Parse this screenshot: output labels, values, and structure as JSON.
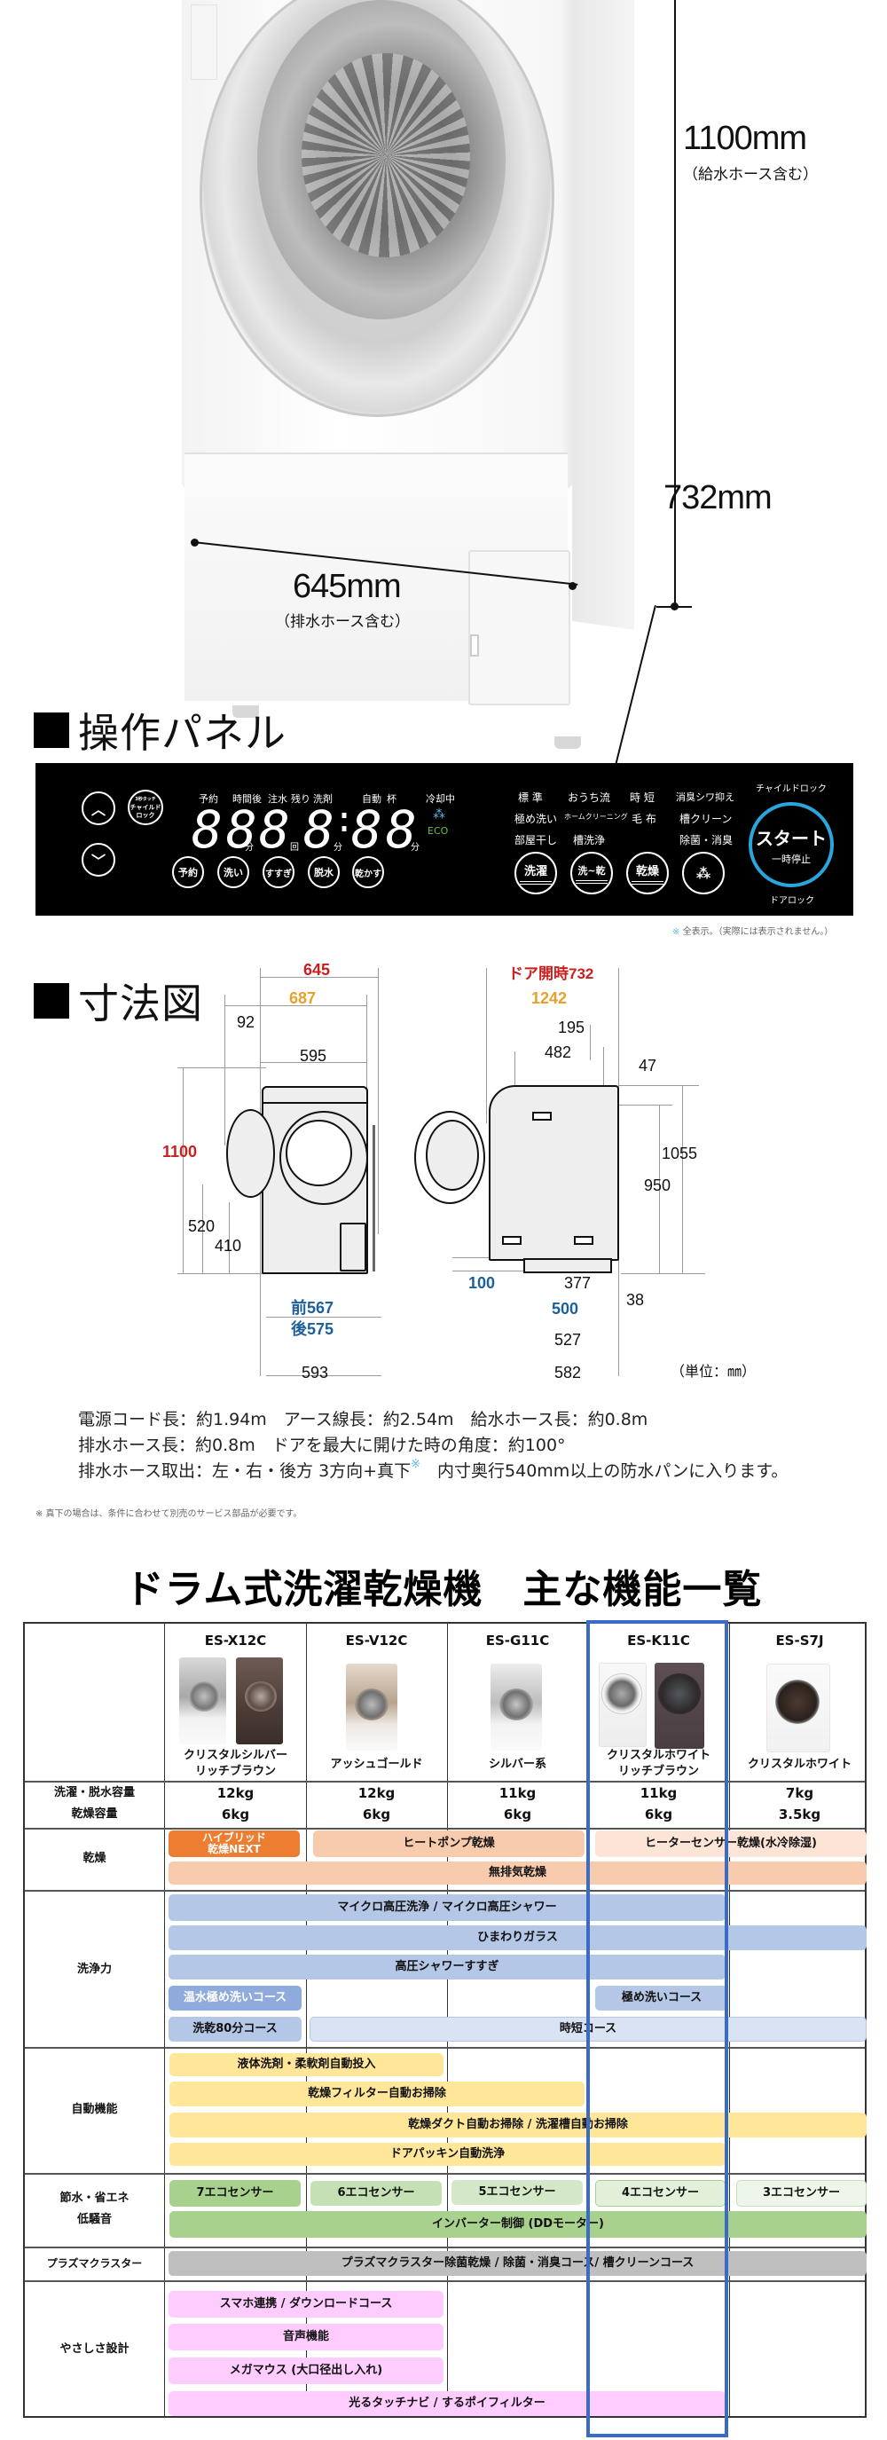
{
  "hero": {
    "height_value": "1100mm",
    "height_note": "（給水ホース含む）",
    "depth_value": "732mm",
    "width_value": "645mm",
    "width_note": "（排水ホース含む）"
  },
  "control_panel": {
    "title": "操作パネル",
    "up_icon": "chevron-up",
    "down_icon": "chevron-down",
    "child_lock_button": {
      "line1": "3秒タッチ",
      "line2": "チャイルド",
      "line3": "ロック"
    },
    "display_labels": [
      "予約",
      "時間後",
      "注水",
      "残り",
      "洗剤",
      "自動",
      "杯"
    ],
    "display_digits": [
      "88",
      "8",
      "8",
      "88"
    ],
    "display_units": [
      "分",
      "回",
      "分",
      "分"
    ],
    "status_labels": {
      "cooling": "冷却中",
      "ion": "ion",
      "eco": "ECO"
    },
    "function_buttons": [
      "予約",
      "洗い",
      "すすぎ",
      "脱水",
      "乾かす"
    ],
    "courses": [
      [
        "標 準",
        "おうち流",
        "時 短",
        "消臭シワ抑え"
      ],
      [
        "極め洗い",
        "ホームクリーニング",
        "毛 布",
        "槽クリーン"
      ],
      [
        "部屋干し",
        "槽洗浄",
        "",
        "除菌・消臭"
      ]
    ],
    "mode_buttons": [
      "洗濯",
      "洗~乾",
      "乾燥",
      "ion"
    ],
    "child_lock_label": "チャイルドロック",
    "start_button": {
      "label": "スタート",
      "sub": "一時停止"
    },
    "door_lock_label": "ドアロック",
    "footnote_mark": "※",
    "footnote": "全表示。（実際には表示されません。）"
  },
  "dimensions": {
    "title": "寸法図",
    "front": {
      "top_total": "645",
      "top_door": "687",
      "hose_offset": "92",
      "body_width": "595",
      "height_total": "1100",
      "door_center": "520",
      "door_bottom": "410",
      "feet_front": "前567",
      "feet_back": "後575",
      "base_width": "593"
    },
    "side": {
      "door_open": "ドア開時732",
      "total_depth": "1242",
      "hose_depth": "195",
      "top_depth": "482",
      "back_offset": "47",
      "height_hose": "1055",
      "height_body": "950",
      "clearance": "100",
      "feet_inner": "377",
      "feet_outer": "500",
      "base_depth": "527",
      "total_base": "582",
      "foot_height": "38"
    },
    "unit": "（単位：㎜）",
    "specs": [
      "電源コード長：約1.94m　アース線長：約2.54m　給水ホース長：約0.8m",
      "排水ホース長：約0.8m　ドアを最大に開けた時の角度：約100°",
      "排水ホース取出：左・右・後方 3方向+真下"
    ],
    "spec_mark": "※",
    "spec_line3_tail": "内寸奥行540mm以上の防水パンに入ります。",
    "footnote": "※ 真下の場合は、条件に合わせて別売のサービス部品が必要です。"
  },
  "comparison": {
    "title": "ドラム式洗濯乾燥機　主な機能一覧",
    "highlight_color": "#3a6bc6",
    "models": [
      {
        "name": "ES-X12C",
        "colors": [
          "クリスタルシルバー",
          "リッチブラウン"
        ],
        "wash": "12kg",
        "dry": "6kg"
      },
      {
        "name": "ES-V12C",
        "colors": [
          "アッシュゴールド"
        ],
        "wash": "12kg",
        "dry": "6kg"
      },
      {
        "name": "ES-G11C",
        "colors": [
          "シルバー系"
        ],
        "wash": "11kg",
        "dry": "6kg"
      },
      {
        "name": "ES-K11C",
        "colors": [
          "クリスタルホワイト",
          "リッチブラウン"
        ],
        "wash": "11kg",
        "dry": "6kg"
      },
      {
        "name": "ES-S7J",
        "colors": [
          "クリスタルホワイト"
        ],
        "wash": "7kg",
        "dry": "3.5kg"
      }
    ],
    "row_labels": {
      "capacity_wash": "洗濯・脱水容量",
      "capacity_dry": "乾燥容量",
      "drying": "乾燥",
      "washing": "洗浄力",
      "auto": "自動機能",
      "eco1": "節水・省エネ",
      "eco2": "低騒音",
      "plasma": "プラズマクラスター",
      "easy": "やさしさ設計"
    },
    "features": {
      "drying": {
        "hybrid": [
          "ハイブリッド",
          "乾燥NEXT"
        ],
        "heatpump": "ヒートポンプ乾燥",
        "heater": "ヒーターセンサー乾燥(水冷除湿)",
        "ventless": "無排気乾燥"
      },
      "washing": {
        "micro": "マイクロ高圧洗浄 / マイクロ高圧シャワー",
        "himawari": "ひまわりガラス",
        "shower": "高圧シャワーすすぎ",
        "hot_kiwame": "温水極め洗いコース",
        "kiwame": "極め洗いコース",
        "course80": "洗乾80分コース",
        "jitan": "時短コース"
      },
      "auto": {
        "detergent": "液体洗剤・柔軟剤自動投入",
        "filter": "乾燥フィルター自動お掃除",
        "duct": "乾燥ダクト自動お掃除 / 洗濯槽自動お掃除",
        "packing": "ドアパッキン自動洗浄"
      },
      "eco": {
        "sensors": [
          "7エコセンサー",
          "6エコセンサー",
          "5エコセンサー",
          "4エコセンサー",
          "3エコセンサー"
        ],
        "inverter": "インバーター制御 (DDモーター)"
      },
      "plasma": "プラズマクラスター除菌乾燥 / 除菌・消臭コース/ 槽クリーンコース",
      "easy": {
        "smartphone": "スマホ連携 / ダウンロードコース",
        "voice": "音声機能",
        "megamouth": "メガマウス (大口径出し入れ)",
        "touchnavi": "光るタッチナビ / するポイフィルター"
      }
    },
    "colors": {
      "hybrid": "#ed7d31",
      "heatpump": "#f8cbad",
      "heater": "#fce4d6",
      "wash": "#b4c7e7",
      "wash_dark": "#8faadc",
      "wash_light": "#dae3f3",
      "auto": "#ffe699",
      "eco7": "#a9d18e",
      "eco6": "#c5e0b4",
      "eco5": "#d3e8c6",
      "eco4": "#e2f0d9",
      "eco3": "#eef6e9",
      "inverter": "#a9d18e",
      "plasma": "#bfbfbf",
      "easy": "#ffccff"
    }
  }
}
